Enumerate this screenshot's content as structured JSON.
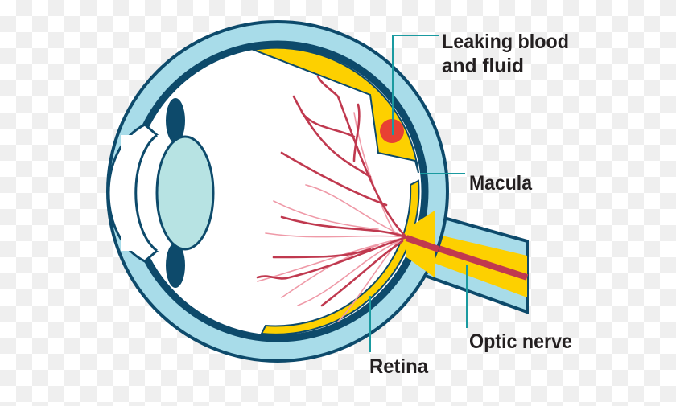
{
  "diagram": {
    "labels": {
      "leaking_line1": "Leaking blood",
      "leaking_line2": "and fluid",
      "macula": "Macula",
      "optic_nerve": "Optic nerve",
      "retina": "Retina"
    },
    "colors": {
      "sclera": "#a8dce9",
      "outline": "#0d4a6b",
      "retina": "#fdd000",
      "blood": "#e84033",
      "vessel": "#c0394f",
      "vessel_light": "#ef9aa8",
      "lens": "#b7e3e3",
      "leader": "#1a9aa0"
    }
  }
}
